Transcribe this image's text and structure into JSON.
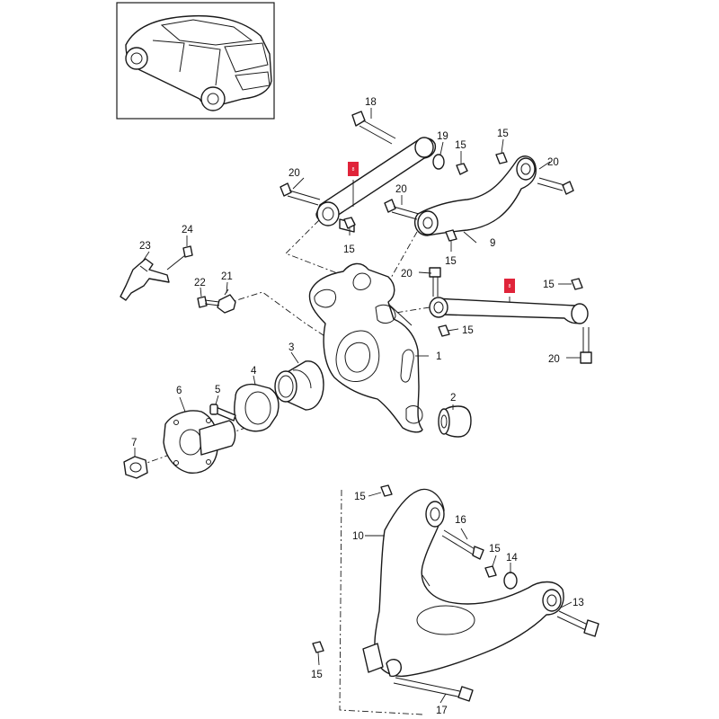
{
  "callouts": {
    "c1": "1",
    "c2": "2",
    "c3": "3",
    "c4": "4",
    "c5": "5",
    "c6": "6",
    "c7": "7",
    "c9": "9",
    "c10": "10",
    "c13": "13",
    "c14": "14",
    "c16": "16",
    "c17": "17",
    "c18": "18",
    "c19": "19",
    "c21": "21",
    "c22": "22",
    "c23": "23",
    "c24": "24",
    "c15a": "15",
    "c15b": "15",
    "c15c": "15",
    "c15d": "15",
    "c15e": "15",
    "c15f": "15",
    "c15g": "15",
    "c15h": "15",
    "c15i": "15",
    "c20a": "20",
    "c20b": "20",
    "c20c": "20",
    "c20d": "20",
    "c20e": "20"
  },
  "markers": {
    "m8a": "8",
    "m8b": "8"
  },
  "colors": {
    "line": "#1a1a1a",
    "marker": "#e0243a",
    "background": "#ffffff"
  }
}
